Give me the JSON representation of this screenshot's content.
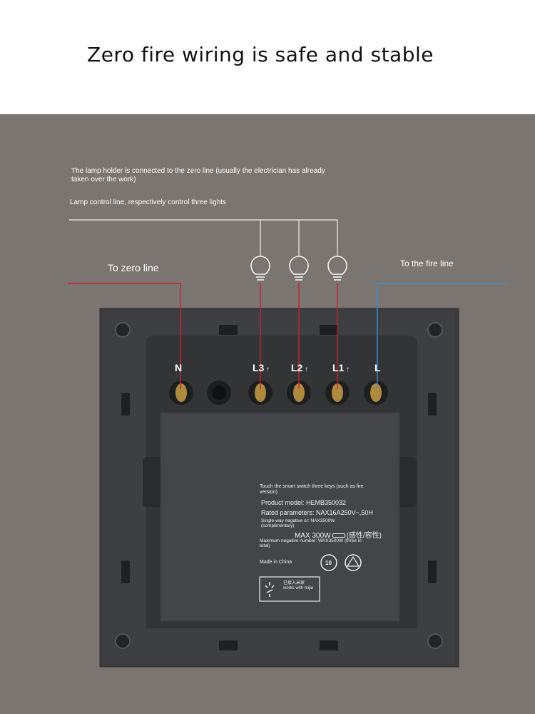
{
  "header": {
    "title": "Zero fire wiring is safe and stable"
  },
  "annotations": {
    "lamp_holder_note": "The lamp holder is connected to the zero line (usually the electrician has already taken over the work)",
    "lamp_control_note": "Lamp control line, respectively control three lights",
    "zero_line_label": "To zero line",
    "fire_line_label": "To the fire line"
  },
  "terminals": [
    "N",
    "L3",
    "L2",
    "L1",
    "L"
  ],
  "product_label": {
    "description": "Touch the smart switch three keys (such as fire version)",
    "model": "Product model: HEMB350032",
    "rated": "Rated parameters: NAX16A250V~,50H",
    "single_way": "Single-way negative or: NAX3500W (complimentary)",
    "max_power": "MAX 300W",
    "load_type": "(感性/容性)",
    "max_negative": "Maximum negative number: WAX3500W (three in total)",
    "origin": "Made in China",
    "badge_number": "10",
    "mijia_text": "已接入米家 works with mijia"
  },
  "colors": {
    "neutral_wire": "#d0202c",
    "live_wire": "#3a8fd6",
    "control_wire": "#f2f2f2",
    "background": "#7a7571",
    "panel": "#3c3d3f"
  }
}
